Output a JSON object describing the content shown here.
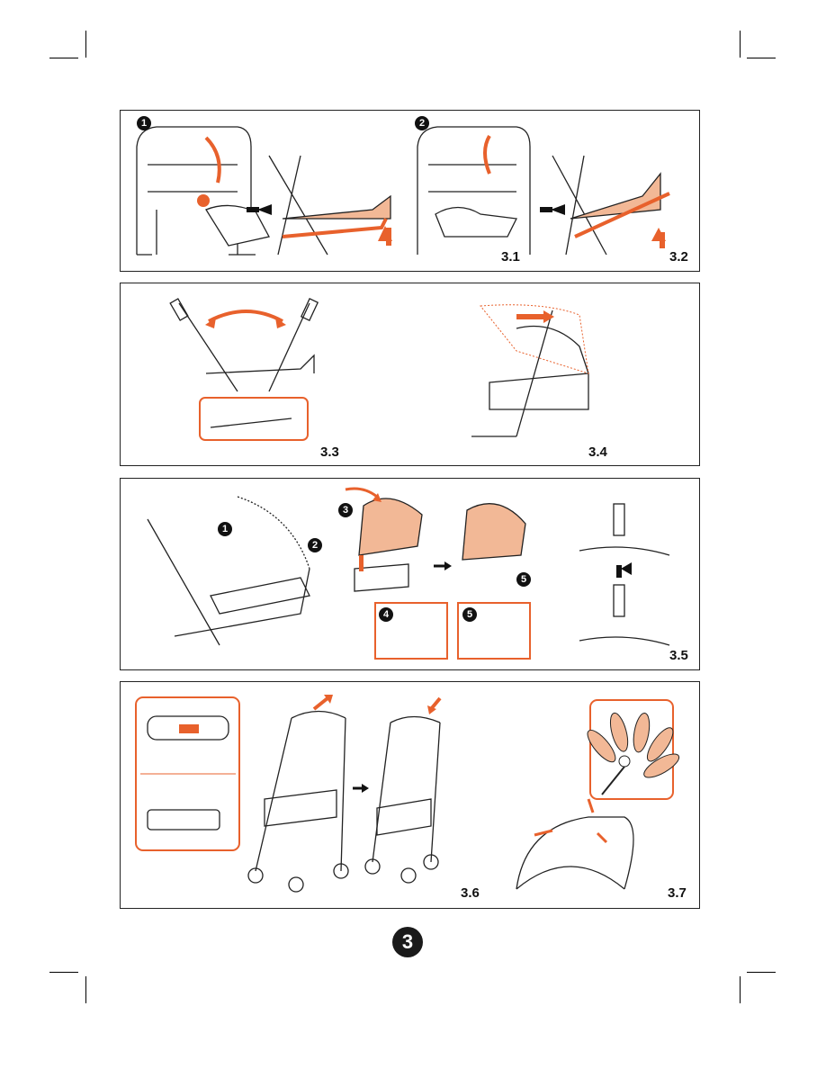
{
  "page": {
    "number": "3"
  },
  "colors": {
    "accent": "#E8612C",
    "fabric": "#F2B896",
    "line": "#222222"
  },
  "panel1": {
    "badges": [
      "1",
      "2"
    ],
    "labels": [
      "3.1",
      "3.2"
    ]
  },
  "panel2": {
    "labels": [
      "3.3",
      "3.4"
    ]
  },
  "panel3": {
    "badges": [
      "1",
      "2",
      "3",
      "4",
      "5",
      "5"
    ],
    "labels": [
      "3.5"
    ]
  },
  "panel4": {
    "labels": [
      "3.6",
      "3.7"
    ]
  }
}
